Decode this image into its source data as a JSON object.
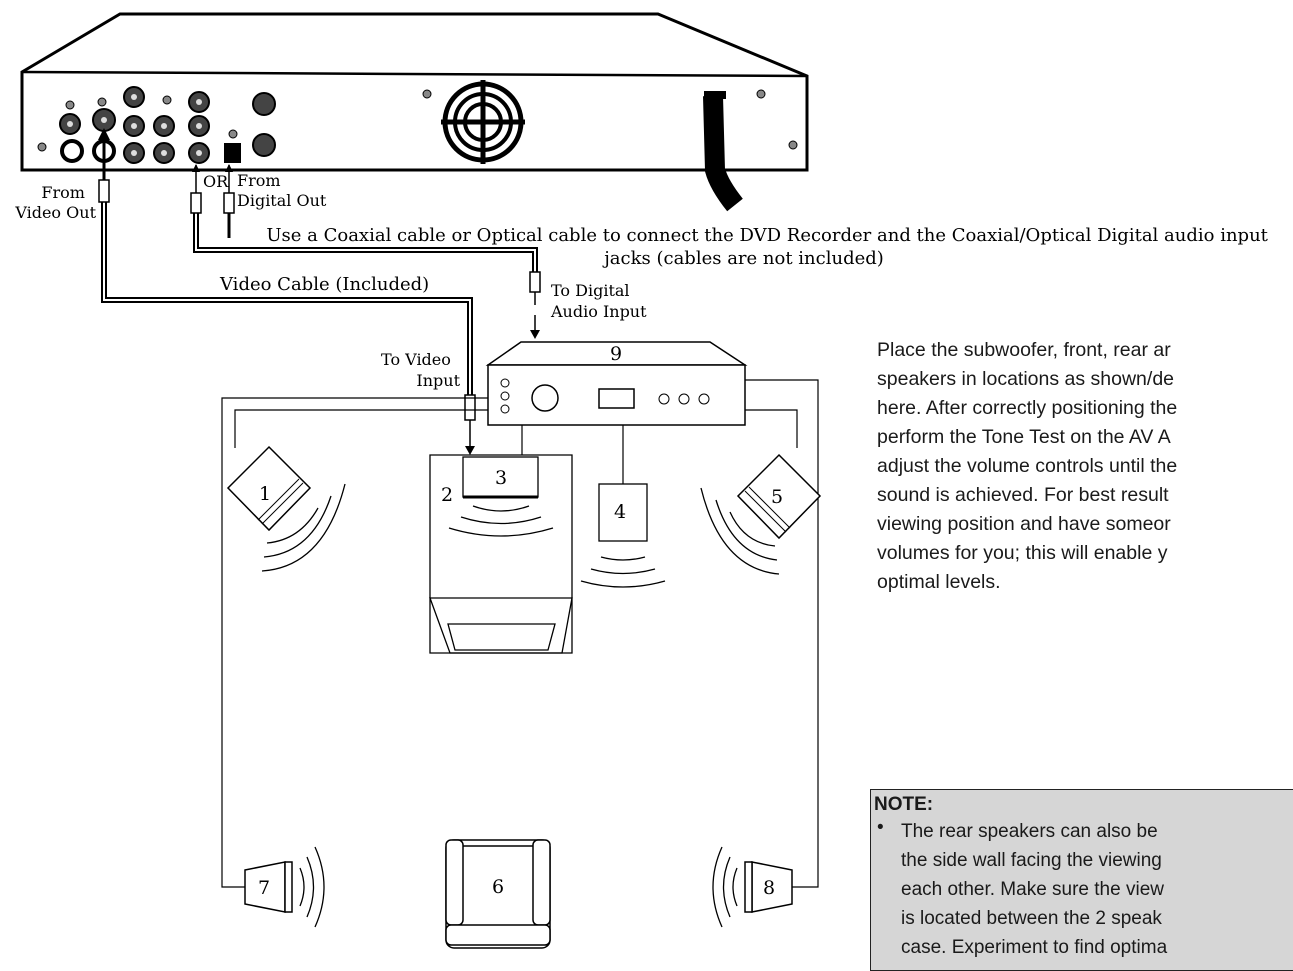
{
  "labels": {
    "from_video_out": [
      "From",
      "Video Out"
    ],
    "or": "OR",
    "from_digital_out": [
      "From",
      "Digital Out"
    ],
    "coax_optical_note": [
      "Use a Coaxial cable or Optical cable to connect the DVD Recorder and the Coaxial/Optical Digital audio input",
      "jacks (cables are not included)"
    ],
    "video_cable": "Video Cable (Included)",
    "to_digital_audio_input": [
      "To Digital",
      "Audio Input"
    ],
    "to_video_input": [
      "To Video",
      "Input"
    ]
  },
  "components": [
    "9",
    "1",
    "2",
    "3",
    "4",
    "5",
    "6",
    "7",
    "8"
  ],
  "instructions": "Place the subwoofer, front, rear ar\nspeakers in locations as shown/de\nhere. After correctly positioning the\nperform the Tone Test on the AV A\nadjust the volume controls until the\nsound is achieved. For best result\nviewing position and have someor\nvolumes for you; this will enable y\noptimal levels.",
  "note": {
    "title": "NOTE:",
    "bullet": "•",
    "body": "The rear speakers can also be\nthe side wall facing the viewing\neach other. Make sure the view\nis located between the 2 speak\ncase. Experiment to find optima"
  }
}
